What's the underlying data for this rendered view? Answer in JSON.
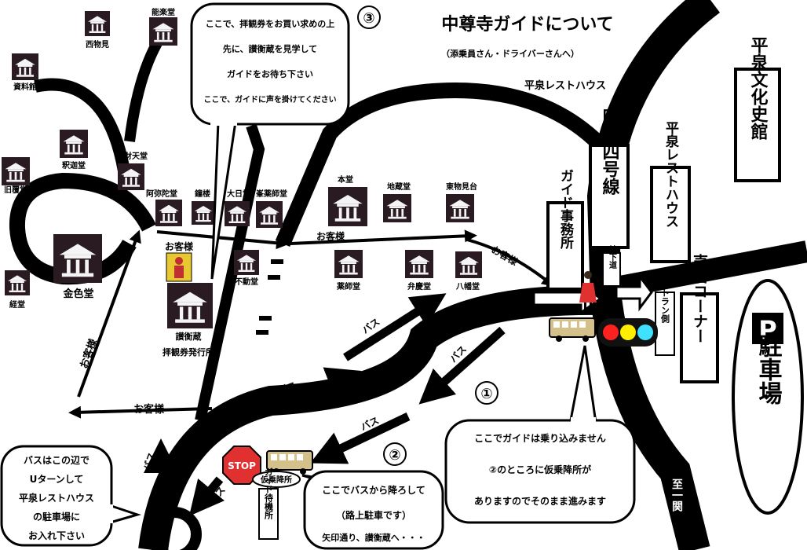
{
  "title": "中尊寺ガイドについて",
  "subtitle": "（添乗員さん・ドライバーさんへ）",
  "restaurant_label": "平泉レストハウス",
  "signs": {
    "bunka_shikan": "平泉文化史館",
    "rest_house": "平泉レストハウス",
    "kokudo": "国道四号線",
    "guide_office": "ガイド事務所",
    "baiten": "売店コーナー",
    "restaurant_side": "レストラン側",
    "chikadou": "地下道",
    "parking_p": "P",
    "parking": "駐車場",
    "ichinoseki": "至一関"
  },
  "halls": [
    {
      "name": "西物見"
    },
    {
      "name": "能楽堂"
    },
    {
      "name": "資料館"
    },
    {
      "name": "釈迦堂"
    },
    {
      "name": "弁財天堂"
    },
    {
      "name": "旧覆堂"
    },
    {
      "name": "阿弥陀堂"
    },
    {
      "name": "鐘楼"
    },
    {
      "name": "大日堂"
    },
    {
      "name": "峯薬師堂"
    },
    {
      "name": "本堂"
    },
    {
      "name": "地蔵堂"
    },
    {
      "name": "東物見台"
    },
    {
      "name": "金色堂"
    },
    {
      "name": "経堂"
    },
    {
      "name": "不動堂"
    },
    {
      "name": "薬師堂"
    },
    {
      "name": "弁慶堂"
    },
    {
      "name": "八幡堂"
    },
    {
      "name": "讃衡蔵"
    }
  ],
  "sankozo_sub": "拝観券発行所",
  "arrow_labels": {
    "okyaku": "お客様",
    "bus": "バス"
  },
  "stop_sign": "STOP",
  "kari_kousho": "仮乗降所",
  "guide_taiki": "ガイド待機所",
  "balloon1": {
    "num": "①",
    "lines": [
      "ここでガイドは乗り込みません",
      "②のところに仮乗降所が",
      "ありますのでそのまま進みます"
    ]
  },
  "balloon2": {
    "num": "②",
    "lines": [
      "ここでバスから降ろして",
      "（路上駐車です）",
      "矢印通り、讃衡蔵へ・・・"
    ]
  },
  "balloon3": {
    "num": "③",
    "lines": [
      "ここで、拝観券をお買い求めの上",
      "先に、讃衡蔵を見学して",
      "ガイドをお待ち下さい",
      "ここで、ガイドに声を掛けてください"
    ]
  },
  "balloon_uturn": {
    "lines": [
      "バスはこの辺で",
      "Uターンして",
      "平泉レストハウス",
      "の駐車場に",
      "お入れ下さい"
    ]
  },
  "traffic_light_colors": [
    "#ff2020",
    "#ffee00",
    "#40e0ff"
  ]
}
